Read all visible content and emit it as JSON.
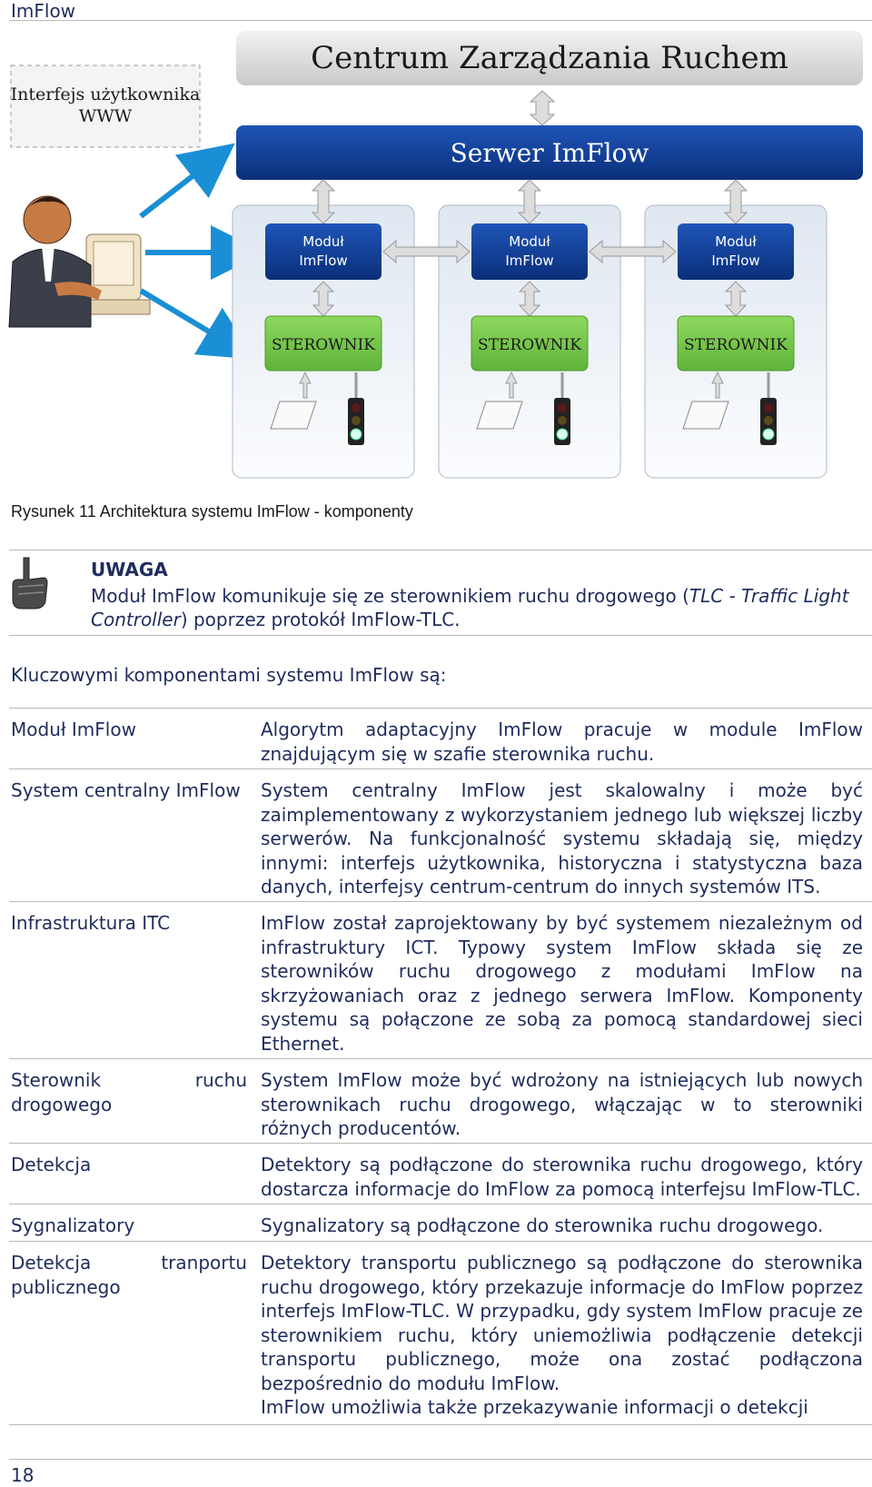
{
  "header": {
    "title": "ImFlow"
  },
  "diagram": {
    "top_title": "Centrum Zarządzania Ruchem",
    "server_label": "Serwer ImFlow",
    "www_box": [
      "Interfejs użytkownika",
      "WWW"
    ],
    "modules": [
      {
        "module_lines": [
          "Moduł",
          "ImFlow"
        ],
        "controller": "STEROWNIK"
      },
      {
        "module_lines": [
          "Moduł",
          "ImFlow"
        ],
        "controller": "STEROWNIK"
      },
      {
        "module_lines": [
          "Moduł",
          "ImFlow"
        ],
        "controller": "STEROWNIK"
      }
    ],
    "colors": {
      "server": "#0d3a8f",
      "module": "#123f98",
      "controller": "#74c447",
      "panel": "#eef2f7",
      "arrow": "#1a8fd6"
    }
  },
  "caption": "Rysunek 11 Architektura systemu ImFlow - komponenty",
  "note": {
    "title": "UWAGA",
    "text_before": "Moduł ImFlow komunikuje się ze sterownikiem ruchu drogowego (",
    "text_italic": "TLC - Traffic Light Controller",
    "text_after": ") poprzez protokół ImFlow-TLC.",
    "icon": "hand-pointing-icon"
  },
  "intro": "Kluczowymi komponentami systemu ImFlow są:",
  "components": [
    {
      "term": "Moduł ImFlow",
      "definition": "Algorytm adaptacyjny ImFlow pracuje w module ImFlow znajdującym się w szafie sterownika ruchu."
    },
    {
      "term": "System centralny ImFlow",
      "definition": "System centralny ImFlow jest skalowalny i może być zaimplementowany z wykorzystaniem jednego lub większej liczby serwerów. Na funkcjonalność systemu składają się, między innymi: interfejs użytkownika, historyczna i statystyczna baza danych, interfejsy centrum-centrum do innych systemów ITS."
    },
    {
      "term": "Infrastruktura ITC",
      "definition": "ImFlow został zaprojektowany by być systemem niezależnym od infrastruktury ICT. Typowy system ImFlow składa się ze sterowników ruchu drogowego z modułami ImFlow na skrzyżowaniach oraz z jednego serwera ImFlow. Komponenty systemu są połączone ze sobą za pomocą standardowej sieci Ethernet."
    },
    {
      "term": "Sterownik ruchu drogowego",
      "definition": "System ImFlow może być wdrożony na istniejących lub nowych sterownikach ruchu drogowego, włączając w to sterowniki różnych producentów."
    },
    {
      "term": "Detekcja",
      "definition": "Detektory są podłączone do sterownika ruchu drogowego, który dostarcza informacje do ImFlow za pomocą interfejsu ImFlow-TLC."
    },
    {
      "term": "Sygnalizatory",
      "definition": "Sygnalizatory są podłączone do sterownika ruchu drogowego."
    },
    {
      "term": "Detekcja tranportu publicznego",
      "definition": "Detektory transportu publicznego są podłączone do sterownika ruchu drogowego, który przekazuje informacje do ImFlow poprzez interfejs ImFlow-TLC. W przypadku, gdy system ImFlow pracuje ze sterownikiem ruchu, który uniemożliwia podłączenie detekcji transportu publicznego, może ona zostać podłączona bezpośrednio do modułu ImFlow.",
      "definition_extra": "ImFlow umożliwia także przekazywanie informacji o detekcji"
    }
  ],
  "footer": {
    "page_number": "18"
  }
}
